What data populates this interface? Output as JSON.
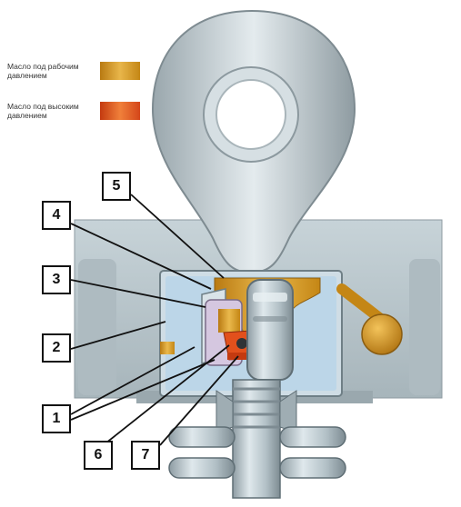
{
  "legend": [
    {
      "label": "Масло под рабочим давлением",
      "color": "#d69a1f"
    },
    {
      "label": "Масло под высоким давлением",
      "color": "#e2501c"
    }
  ],
  "callouts": [
    "1",
    "2",
    "3",
    "4",
    "5",
    "6",
    "7"
  ],
  "colors": {
    "steel": "#b9c6cc",
    "steel_dark": "#6f7f86",
    "steel_light": "#e6eef1",
    "oil_working": "#d69a1f",
    "oil_high": "#e2501c",
    "chamber_blue": "#bcd6e8"
  }
}
